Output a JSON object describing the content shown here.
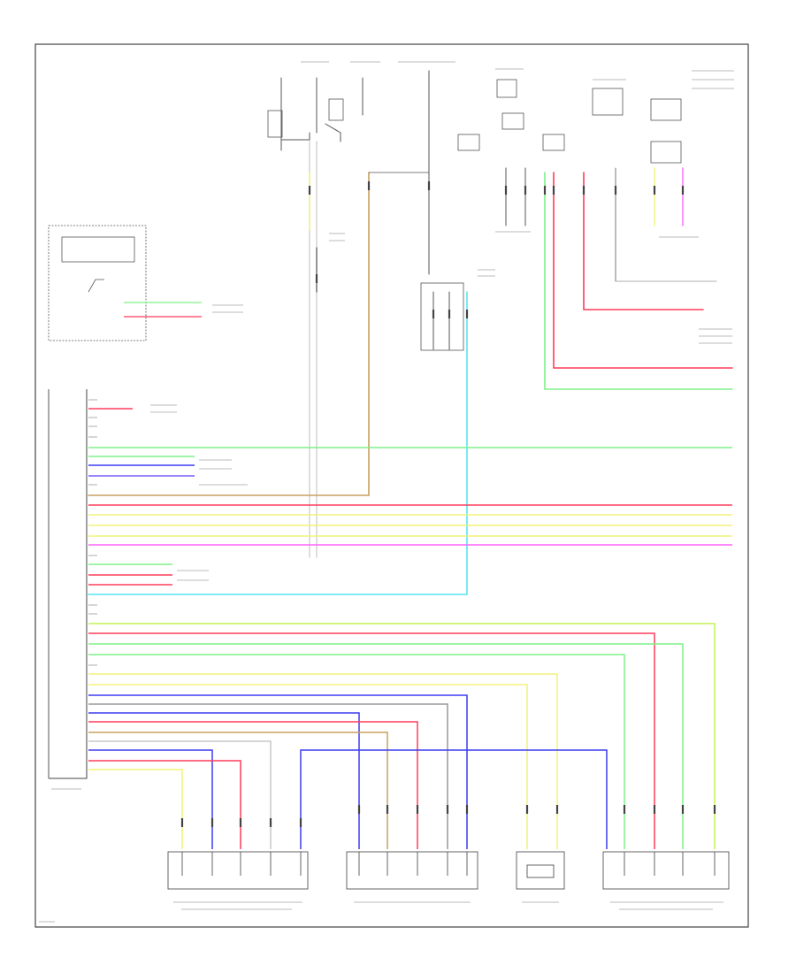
{
  "diagram": {
    "page_label": "",
    "module_blocks": [
      {
        "id": "unit-left",
        "label": ""
      },
      {
        "id": "unit-main",
        "label": ""
      },
      {
        "id": "unit-main-bottom",
        "label": ""
      }
    ],
    "bottom_components": [
      {
        "id": "comp-1",
        "label": ""
      },
      {
        "id": "comp-2",
        "label": ""
      },
      {
        "id": "comp-3",
        "label": ""
      },
      {
        "id": "comp-4",
        "label": ""
      }
    ]
  },
  "colors": {
    "frame": "#444444",
    "wire_black": "#555555",
    "wire_gray": "#999999",
    "wire_light_gray": "#c8c8c8",
    "wire_orange": "#c8a060",
    "wire_cyan": "#55e6f2",
    "wire_green": "#7ff08a",
    "wire_red": "#ff3c5a",
    "wire_pink": "#ff7ab4",
    "wire_yellow": "#f2f27a",
    "wire_yellow_green": "#c2f252",
    "wire_blue": "#3c3cf2",
    "wire_magenta": "#ff66ff",
    "wire_violet": "#7a5cff",
    "wire_brown": "#a06a3a"
  }
}
